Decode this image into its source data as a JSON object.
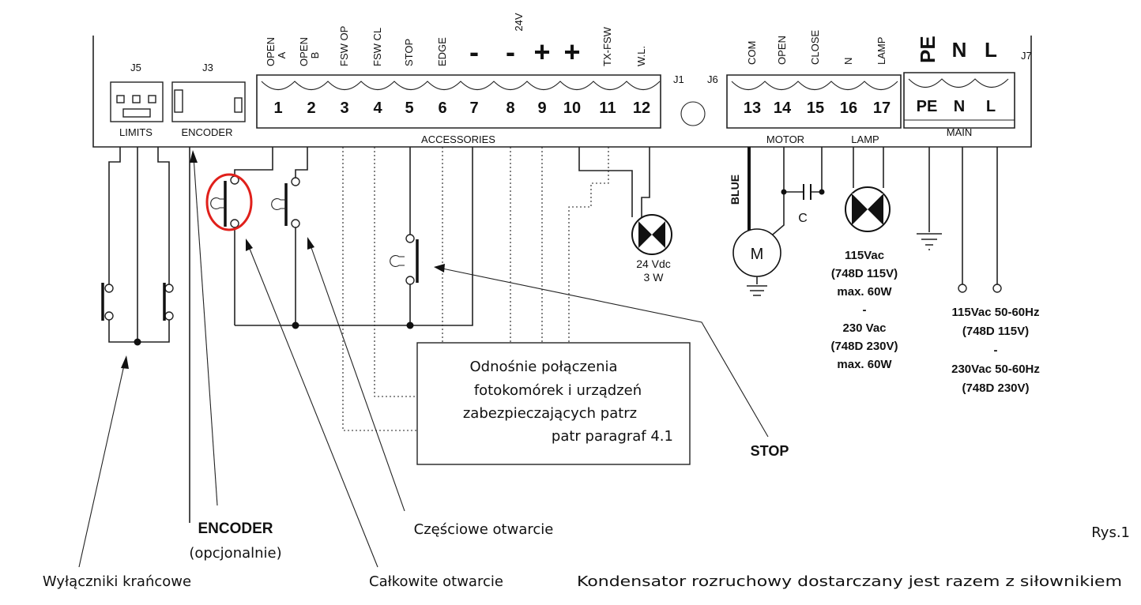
{
  "board": {
    "connectors": {
      "j5": {
        "name": "J5",
        "label": "LIMITS"
      },
      "j3": {
        "name": "J3",
        "label": "ENCODER"
      },
      "j1": {
        "name": "J1",
        "label": "ACCESSORIES"
      },
      "j6": {
        "name": "J6"
      },
      "j7": {
        "name": "J7",
        "label": "MAIN"
      }
    },
    "accessories_labels": [
      "OPEN A",
      "OPEN B",
      "FSW OP",
      "FSW CL",
      "STOP",
      "EDGE",
      "-",
      "-",
      "+",
      "+",
      "TX-FSW",
      "W.L."
    ],
    "accessories_numbers": [
      "1",
      "2",
      "3",
      "4",
      "5",
      "6",
      "7",
      "8",
      "9",
      "10",
      "11",
      "12"
    ],
    "supply_label": "24V",
    "motor_labels": [
      "COM",
      "OPEN",
      "CLOSE",
      "N",
      "LAMP"
    ],
    "motor_numbers": [
      "13",
      "14",
      "15",
      "16",
      "17"
    ],
    "motor_group_label": "MOTOR",
    "lamp_group_label": "LAMP",
    "main_labels": [
      "PE",
      "N",
      "L"
    ],
    "main_numbers": [
      "PE",
      "N",
      "L"
    ]
  },
  "components": {
    "warning_lamp": [
      "24 Vdc",
      "3 W"
    ],
    "motor_symbol": "M",
    "capacitor_symbol": "C",
    "blue_wire": "BLUE",
    "lamp_spec": [
      "115Vac",
      "(748D 115V)",
      "max. 60W",
      "-",
      "230 Vac",
      "(748D 230V)",
      "max. 60W"
    ],
    "mains_spec": [
      "115Vac 50-60Hz",
      "(748D 115V)",
      "-",
      "230Vac 50-60Hz",
      "(748D 230V)"
    ]
  },
  "note_box": [
    "Odnośnie połączenia",
    "fotokomórek i urządzeń",
    "zabezpieczających patrz",
    "patr paragraf 4.1"
  ],
  "callouts": {
    "stop": "STOP",
    "encoder_title": "ENCODER",
    "encoder_sub": "(opcjonalnie)",
    "partial_open": "Częściowe otwarcie",
    "full_open": "Całkowite otwarcie",
    "limit_switches": "Wyłączniki krańcowe",
    "capacitor_note": "Kondensator rozruchowy dostarczany jest razem z siłownikiem",
    "figure": "Rys.1"
  },
  "colors": {
    "highlight": "#e0201b",
    "ink": "#222222"
  }
}
